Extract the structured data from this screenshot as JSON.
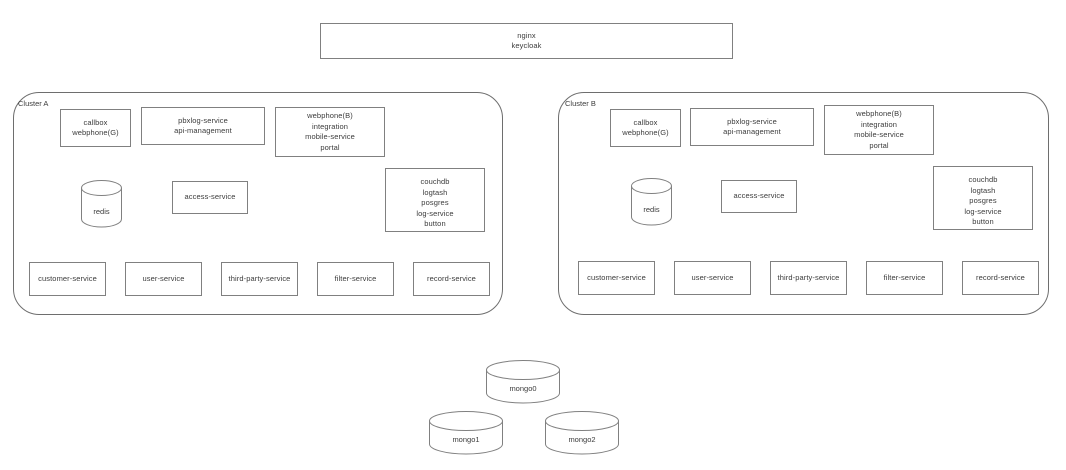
{
  "diagram": {
    "title": "cluster architecture diagram",
    "background_color": "#ffffff",
    "stroke_color": "#808080",
    "text_color": "#3b3b3b"
  },
  "gateway": {
    "name": "gateway-box",
    "lines": [
      "nginx",
      "keycloak"
    ]
  },
  "clusters": [
    {
      "id": "cluster-a",
      "label": "Cluster A",
      "top_row": [
        {
          "id": "callbox",
          "lines": [
            "callbox",
            "webphone(G)"
          ]
        },
        {
          "id": "pbxlog",
          "lines": [
            "pbxlog-service",
            "api-management"
          ]
        },
        {
          "id": "webphone-b",
          "lines": [
            "webphone(B)",
            "integration",
            "mobile-service",
            "portal"
          ]
        }
      ],
      "middle_row": {
        "redis": {
          "id": "redis",
          "label": "redis",
          "shape": "cylinder"
        },
        "access": {
          "id": "access-service",
          "lines": [
            "access-service"
          ]
        },
        "couchdb": {
          "id": "couchdb",
          "lines": [
            "couchdb",
            "logtash",
            "posgres",
            "log-service",
            "button"
          ]
        }
      },
      "bottom_row": [
        {
          "id": "customer-service",
          "lines": [
            "customer-service"
          ]
        },
        {
          "id": "user-service",
          "lines": [
            "user-service"
          ]
        },
        {
          "id": "third-party-service",
          "lines": [
            "third-party-service"
          ]
        },
        {
          "id": "filter-service",
          "lines": [
            "filter-service"
          ]
        },
        {
          "id": "record-service",
          "lines": [
            "record-service"
          ]
        }
      ]
    },
    {
      "id": "cluster-b",
      "label": "Cluster B",
      "top_row": [
        {
          "id": "callbox",
          "lines": [
            "callbox",
            "webphone(G)"
          ]
        },
        {
          "id": "pbxlog",
          "lines": [
            "pbxlog-service",
            "api-management"
          ]
        },
        {
          "id": "webphone-b",
          "lines": [
            "webphone(B)",
            "integration",
            "mobile-service",
            "portal"
          ]
        }
      ],
      "middle_row": {
        "redis": {
          "id": "redis",
          "label": "redis",
          "shape": "cylinder"
        },
        "access": {
          "id": "access-service",
          "lines": [
            "access-service"
          ]
        },
        "couchdb": {
          "id": "couchdb",
          "lines": [
            "couchdb",
            "logtash",
            "posgres",
            "log-service",
            "button"
          ]
        }
      },
      "bottom_row": [
        {
          "id": "customer-service",
          "lines": [
            "customer-service"
          ]
        },
        {
          "id": "user-service",
          "lines": [
            "user-service"
          ]
        },
        {
          "id": "third-party-service",
          "lines": [
            "third-party-service"
          ]
        },
        {
          "id": "filter-service",
          "lines": [
            "filter-service"
          ]
        },
        {
          "id": "record-service",
          "lines": [
            "record-service"
          ]
        }
      ]
    }
  ],
  "mongo_cluster": [
    {
      "id": "mongo0",
      "label": "mongo0",
      "shape": "cylinder"
    },
    {
      "id": "mongo1",
      "label": "mongo1",
      "shape": "cylinder"
    },
    {
      "id": "mongo2",
      "label": "mongo2",
      "shape": "cylinder"
    }
  ]
}
